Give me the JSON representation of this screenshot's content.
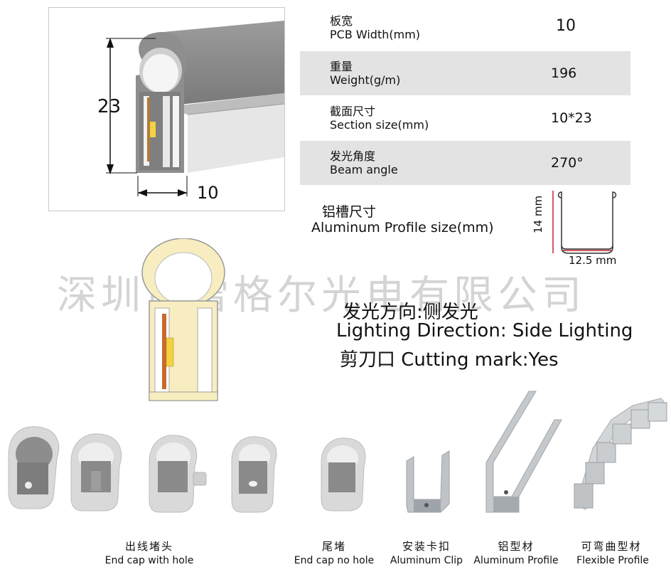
{
  "specs": [
    {
      "zh": "板宽",
      "en": "PCB Width(mm)",
      "value": "10"
    },
    {
      "zh": "重量",
      "en": "Weight(g/m)",
      "value": "196"
    },
    {
      "zh": "截面尺寸",
      "en": "Section size(mm)",
      "value": "10*23"
    },
    {
      "zh": "发光角度",
      "en": "Beam angle",
      "value": "270°"
    }
  ],
  "diagram": {
    "height_label": "23",
    "width_label": "10"
  },
  "profile": {
    "zh": "铝槽尺寸",
    "en": "Aluminum Profile size(mm)",
    "height": "14 mm",
    "width": "12.5 mm"
  },
  "watermark": "深圳市雷格尔光电有限公司",
  "lighting": {
    "zh": "发光方向:侧发光",
    "en": "Lighting Direction: Side Lighting"
  },
  "cutting": "剪刀口 Cutting mark:Yes",
  "accessories": [
    {
      "zh": "出线堵头",
      "en": "End cap with hole"
    },
    {
      "zh": "尾堵",
      "en": "End cap no hole"
    },
    {
      "zh": "安装卡扣",
      "en": "Aluminum Clip"
    },
    {
      "zh": "铝型材",
      "en": "Aluminum Profile"
    },
    {
      "zh": "可弯曲型材",
      "en": "Flexible Profile"
    }
  ],
  "colors": {
    "accent": "#c1272d",
    "glow": "#f7edc0",
    "shade": "#e3e3e3"
  }
}
